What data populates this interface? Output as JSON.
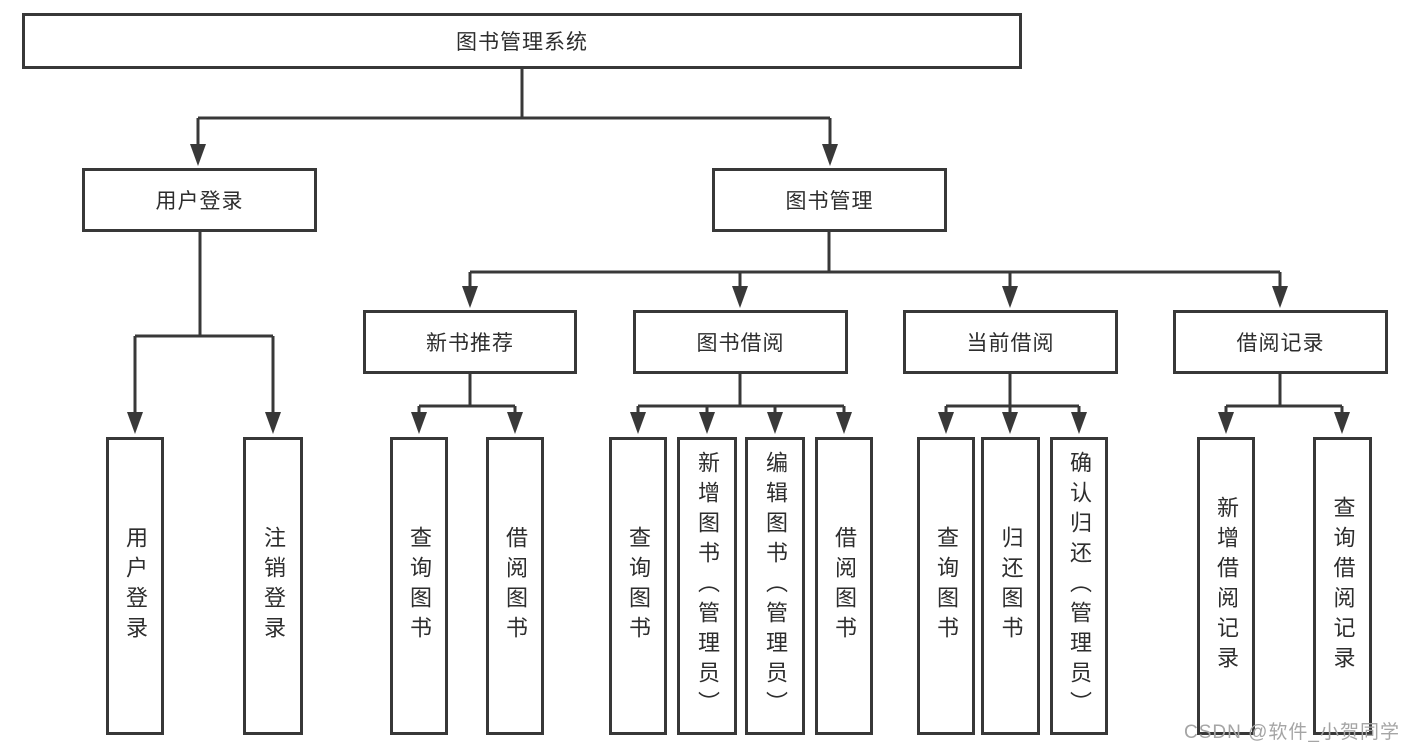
{
  "diagram": {
    "root": {
      "label": "图书管理系统"
    },
    "level2": [
      {
        "label": "用户登录"
      },
      {
        "label": "图书管理"
      }
    ],
    "level3": [
      {
        "label": "新书推荐"
      },
      {
        "label": "图书借阅"
      },
      {
        "label": "当前借阅"
      },
      {
        "label": "借阅记录"
      }
    ],
    "leaves": {
      "user_login": [
        {
          "label": "用户登录"
        },
        {
          "label": "注销登录"
        }
      ],
      "new_book": [
        {
          "label": "查询图书"
        },
        {
          "label": "借阅图书"
        }
      ],
      "book_borrow": [
        {
          "label": "查询图书"
        },
        {
          "label": "新增图书（管理员）"
        },
        {
          "label": "编辑图书（管理员）"
        },
        {
          "label": "借阅图书"
        }
      ],
      "current_borrow": [
        {
          "label": "查询图书"
        },
        {
          "label": "归还图书"
        },
        {
          "label": "确认归还（管理员）"
        }
      ],
      "borrow_records": [
        {
          "label": "新增借阅记录"
        },
        {
          "label": "查询借阅记录"
        }
      ]
    },
    "watermark": "CSDN @软件_小贺同学",
    "colors": {
      "line": "#383838",
      "text": "#2d2d2d",
      "box_background": "#ffffff",
      "watermark": "#a5a5a5",
      "background": "#ffffff"
    }
  }
}
